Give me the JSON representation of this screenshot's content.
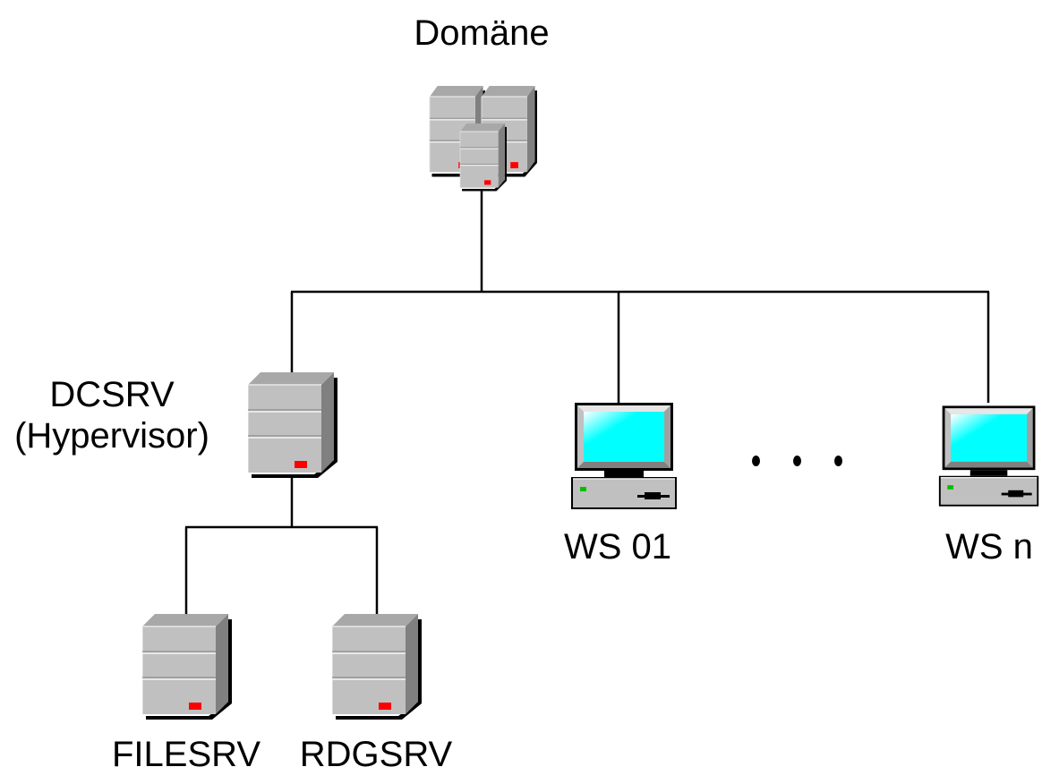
{
  "diagram": {
    "title": "Domäne",
    "nodes": [
      {
        "id": "domain",
        "label": "Domäne",
        "icon": "server-cluster-icon"
      },
      {
        "id": "dcsrv",
        "label_line1": "DCSRV",
        "label_line2": "(Hypervisor)",
        "icon": "server-icon"
      },
      {
        "id": "ws01",
        "label": "WS 01",
        "icon": "workstation-icon"
      },
      {
        "id": "wsn",
        "label": "WS n",
        "icon": "workstation-icon"
      },
      {
        "id": "filesrv",
        "label": "FILESRV",
        "icon": "server-icon"
      },
      {
        "id": "rdgsrv",
        "label": "RDGSRV",
        "icon": "server-icon"
      }
    ],
    "edges": [
      {
        "from": "domain",
        "to": "dcsrv"
      },
      {
        "from": "domain",
        "to": "ws01"
      },
      {
        "from": "domain",
        "to": "wsn"
      },
      {
        "from": "dcsrv",
        "to": "filesrv"
      },
      {
        "from": "dcsrv",
        "to": "rdgsrv"
      }
    ],
    "ellipsis": "...",
    "colors": {
      "server_face": "#c0c0c0",
      "server_side": "#808080",
      "server_led": "#ff0000",
      "screen": "#00ffff",
      "ws_led": "#00c000",
      "line": "#000000"
    }
  },
  "labels": {
    "domain": "Domäne",
    "dcsrv_1": "DCSRV",
    "dcsrv_2": "(Hypervisor)",
    "ws01": "WS 01",
    "wsn": "WS n",
    "filesrv": "FILESRV",
    "rdgsrv": "RDGSRV"
  }
}
